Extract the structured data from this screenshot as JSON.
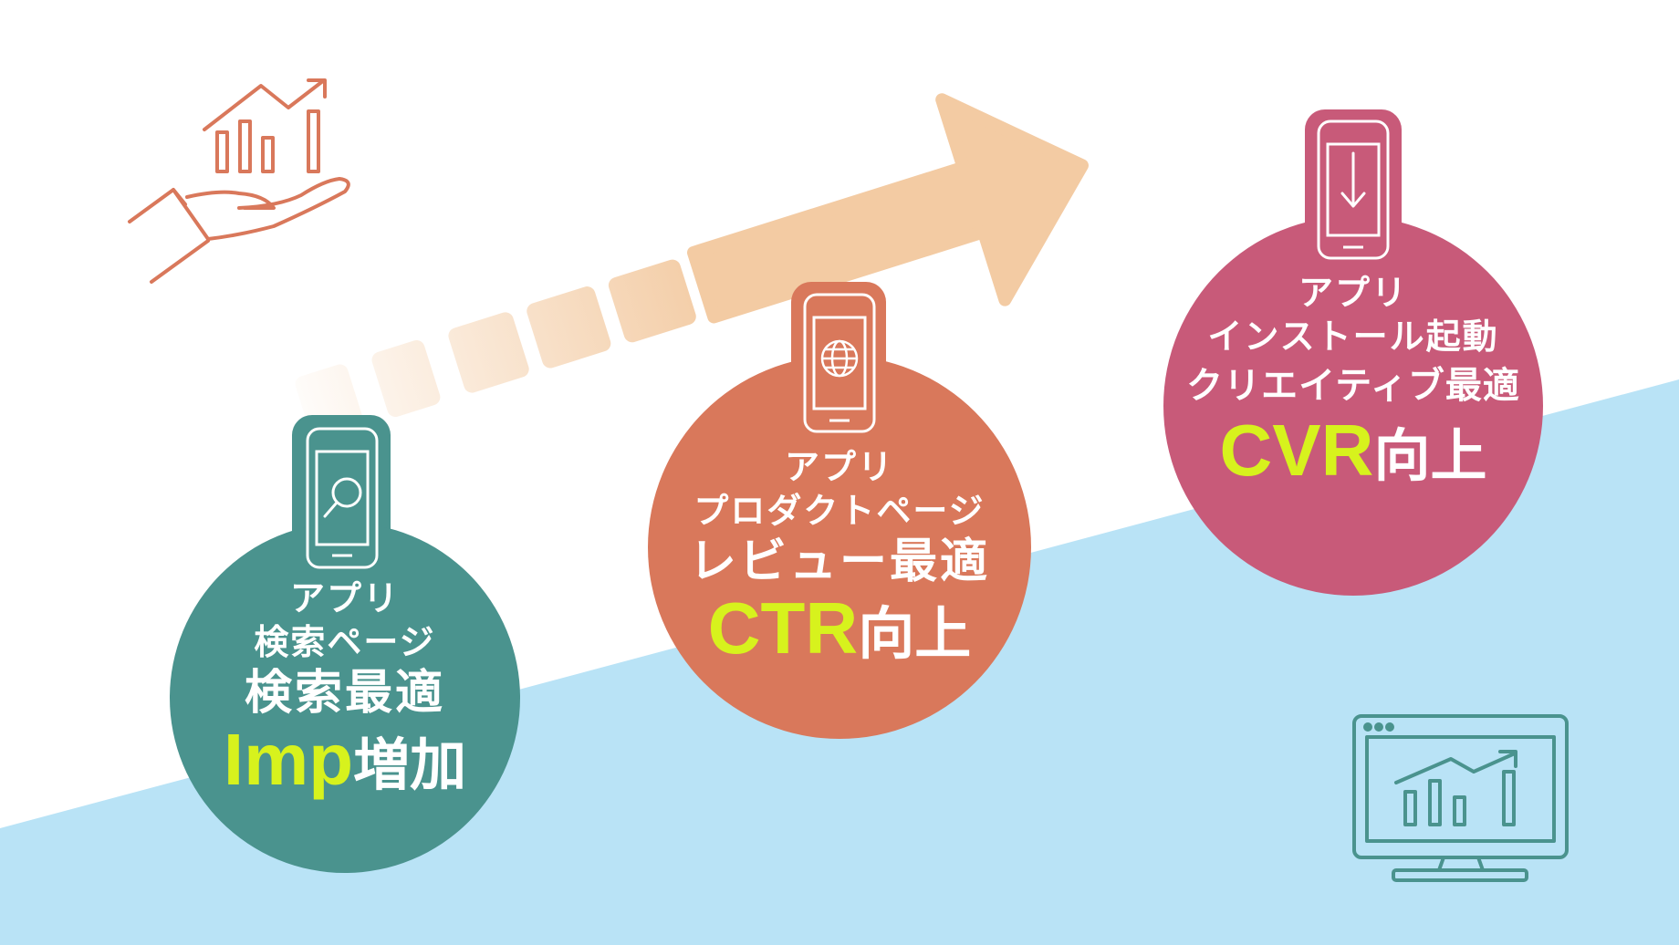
{
  "colors": {
    "sky": "#b9e3f6",
    "arrow": "#f3cba3",
    "teal": "#4a938e",
    "coral": "#d9785b",
    "rose": "#c85a79",
    "highlight": "#d7f21d",
    "icon_orange": "#d9785b",
    "icon_teal": "#4a938e"
  },
  "stages": [
    {
      "line1": "アプリ",
      "line2": "検索ページ",
      "line3": "検索最適",
      "kpi_key": "Imp",
      "kpi_rest": "増加",
      "icon": "search-icon"
    },
    {
      "line1": "アプリ",
      "line2": "プロダクトページ",
      "line3": "レビュー最適",
      "kpi_key": "CTR",
      "kpi_rest": "向上",
      "icon": "globe-icon"
    },
    {
      "line1": "アプリ",
      "line2": "インストール起動",
      "line3": "クリエイティブ最適",
      "kpi_key": "CVR",
      "kpi_rest": "向上",
      "icon": "download-arrow-icon"
    }
  ],
  "decorations": [
    "hand-growth-chart-icon",
    "monitor-chart-icon"
  ]
}
